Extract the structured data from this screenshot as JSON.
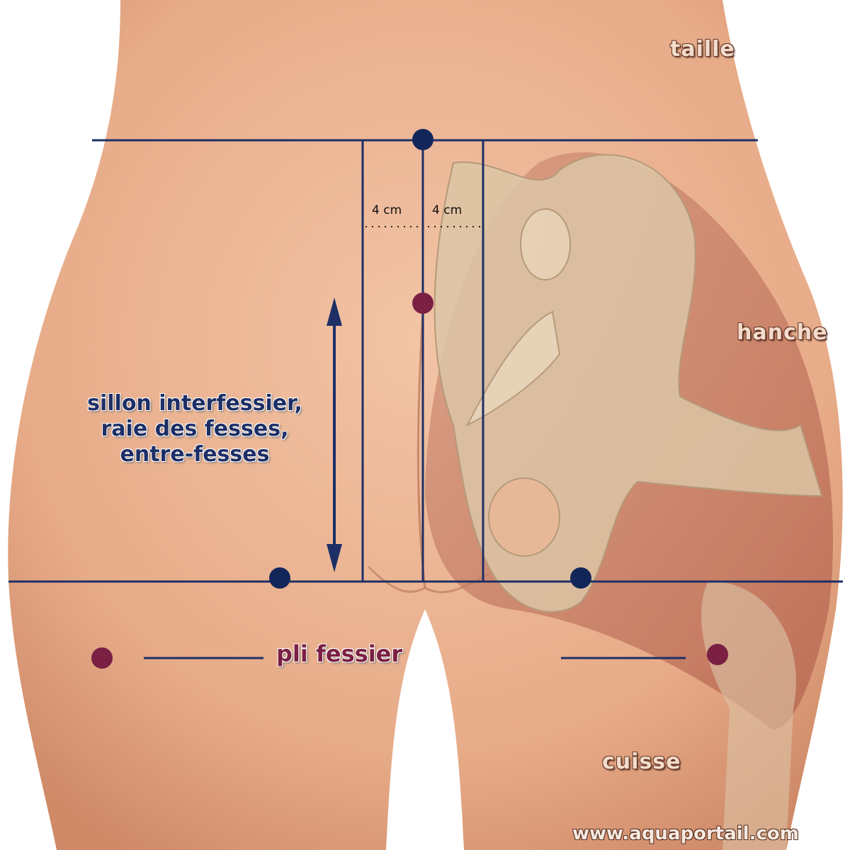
{
  "labels": {
    "waist": "taille",
    "hip": "hanche",
    "thigh": "cuisse",
    "gluteal_fold": "pli fessier",
    "cleft_line1": "sillon interfessier,",
    "cleft_line2": "raie des fesses,",
    "cleft_line3": "entre-fesses",
    "distance_left": "4 cm",
    "distance_right": "4 cm"
  },
  "watermark": "www.aquaportail.com",
  "colors": {
    "skin": "#eab08f",
    "line": "#1e2f66",
    "dot_navy": "#13265a",
    "dot_plum": "#7b1f43",
    "bone": "#d9c2a3",
    "muscle": "#c7806a"
  }
}
